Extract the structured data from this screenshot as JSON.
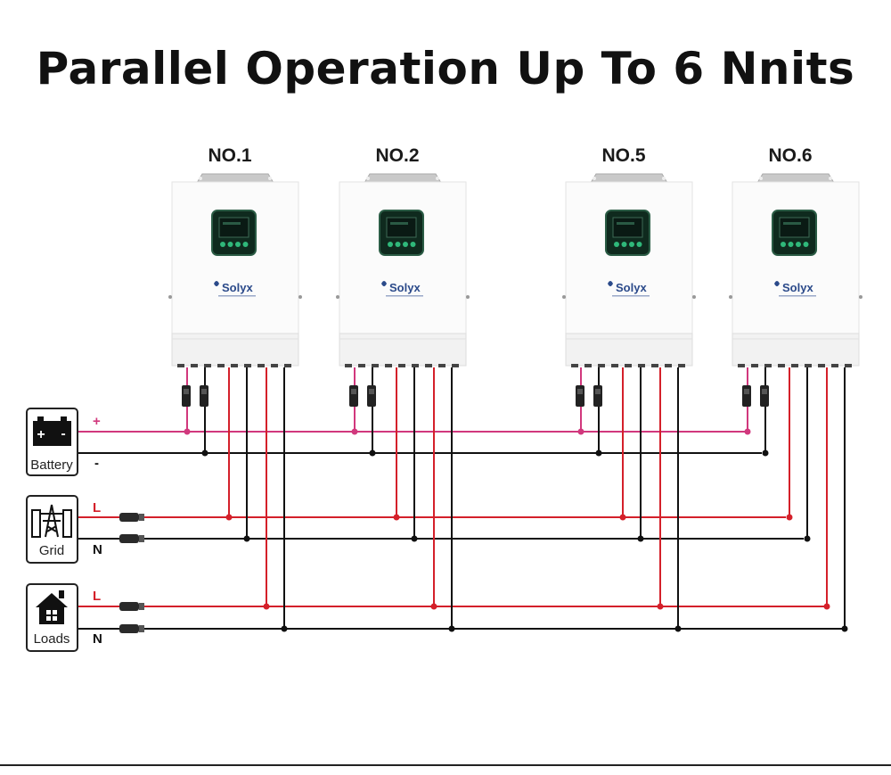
{
  "title": "Parallel Operation Up To 6 Nnits",
  "units": [
    {
      "label": "NO.1",
      "brand": "Solyx"
    },
    {
      "label": "NO.2",
      "brand": "Solyx"
    },
    {
      "label": "NO.5",
      "brand": "Solyx"
    },
    {
      "label": "NO.6",
      "brand": "Solyx"
    }
  ],
  "sources": {
    "battery": {
      "label": "Battery",
      "positive": "+",
      "negative": "-"
    },
    "grid": {
      "label": "Grid",
      "line": "L",
      "neutral": "N"
    },
    "loads": {
      "label": "Loads",
      "line": "L",
      "neutral": "N"
    }
  },
  "colors": {
    "battery_positive": "#d1387d",
    "battery_negative": "#111111",
    "line": "#d4202a",
    "neutral": "#111111",
    "screen_frame": "#0f2a1e",
    "screen_button": "#2fb87a",
    "brand": "#2b4a8a"
  }
}
